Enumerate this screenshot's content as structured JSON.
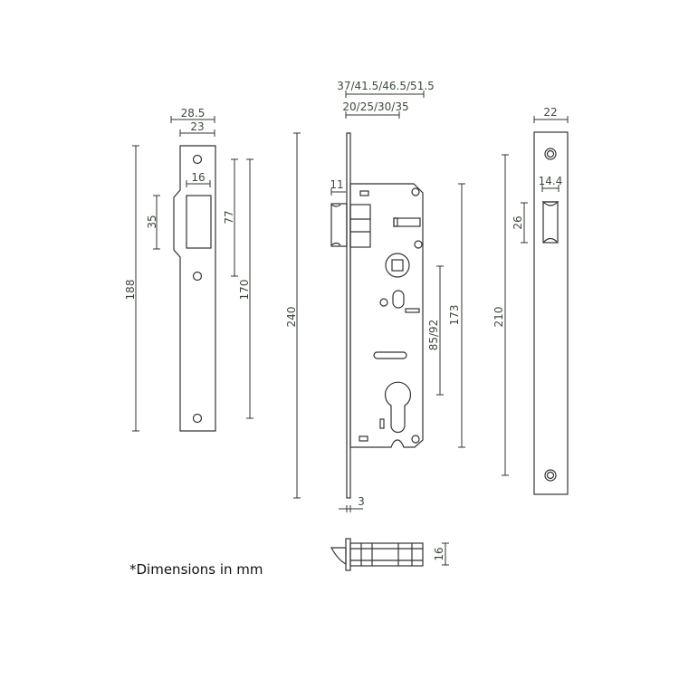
{
  "note": "*Dimensions in mm",
  "strike_plate": {
    "width_outer": "28.5",
    "width_inner": "23",
    "latch_opening_width": "16",
    "lip_height": "35",
    "hole_spacing_upper": "77",
    "hole_spacing_total": "170",
    "height": "188"
  },
  "lock_body": {
    "backset_total": "37/41.5/46.5/51.5",
    "backset": "20/25/30/35",
    "latch_projection": "11",
    "faceplate_height": "240",
    "center_distance": "85/92",
    "case_height": "173",
    "faceplate_thickness": "3",
    "case_depth": "16"
  },
  "faceplate": {
    "width": "22",
    "latch_hole_width": "14.4",
    "latch_hole_height": "26",
    "hole_spacing": "210"
  }
}
